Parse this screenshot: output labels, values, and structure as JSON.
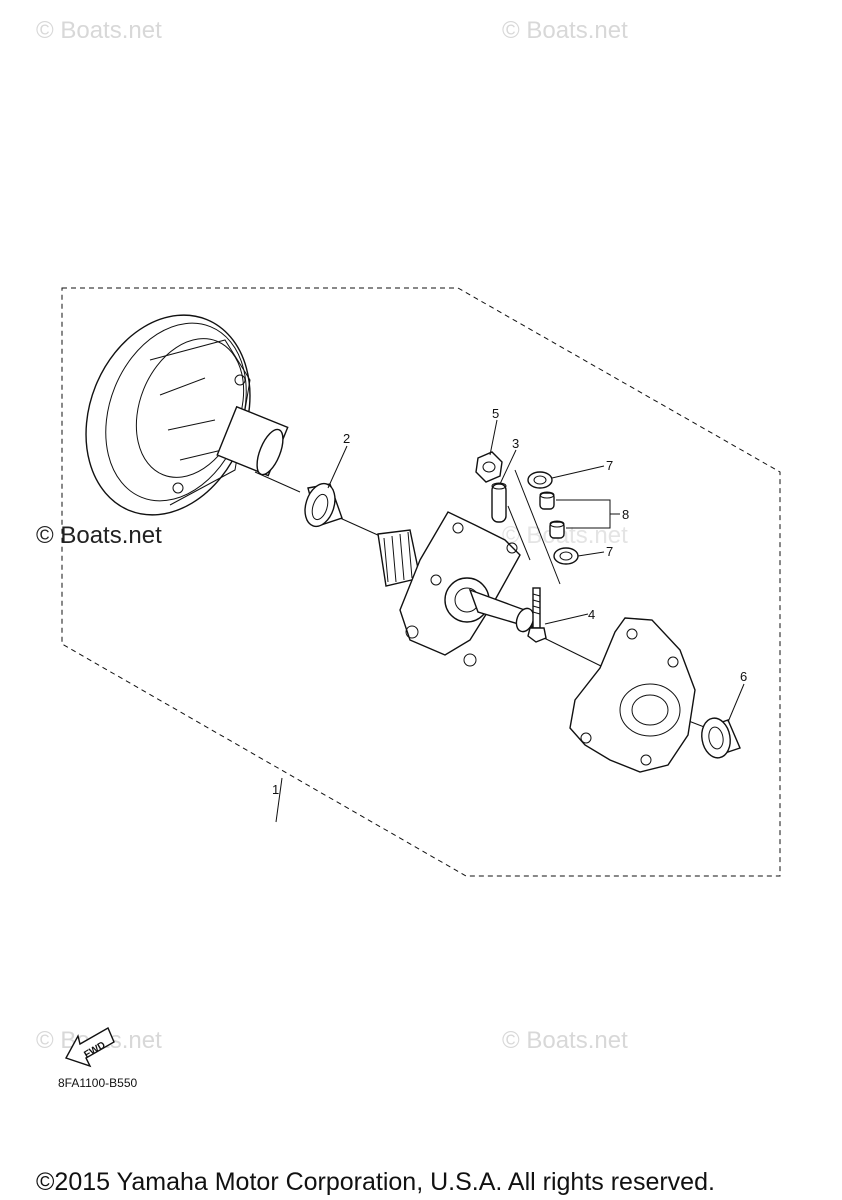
{
  "watermarks": {
    "top_left": "© Boats.net",
    "top_right": "© Boats.net",
    "mid_left": "© Boats.net",
    "bottom_left": "© Boats.net",
    "bottom_right": "© Boats.net",
    "center": "© Boats.net"
  },
  "callouts": {
    "p1": "1",
    "p2": "2",
    "p3": "3",
    "p4": "4",
    "p5": "5",
    "p6": "6",
    "p7a": "7",
    "p7b": "7",
    "p8": "8"
  },
  "fwd_label": "FWD",
  "diagram_code": "8FA1100-B550",
  "copyright": "©2015 Yamaha Motor Corporation, U.S.A. All rights reserved."
}
